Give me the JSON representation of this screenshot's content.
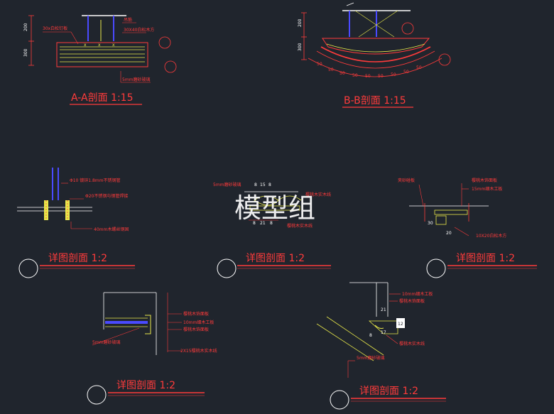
{
  "colors": {
    "background": "#20252d",
    "red": "#ff3b3b",
    "yellow": "#e8e84a",
    "blue": "#4a4aff",
    "white": "#ffffff",
    "green": "#2ecc40",
    "gray": "#9aa0a6"
  },
  "watermark": "模型组",
  "sections": {
    "aa": {
      "title": "A-A剖面  1:15",
      "dims": [
        "200",
        "300"
      ],
      "labels": [
        "30x白松钉板",
        "吊筋",
        "30X40白松木方",
        "5mm磨砂玻璃"
      ]
    },
    "bb": {
      "title": "B-B剖面  1:15",
      "dims": [
        "200",
        "300"
      ],
      "arc_dims": [
        "50",
        "50",
        "50",
        "50",
        "50",
        "50",
        "50",
        "50",
        "50"
      ]
    },
    "detail1": {
      "title": "详图剖面  1:2",
      "labels": [
        "Φ10 镀锌1.8mm不锈钢管",
        "Φ20不锈钢与钢管焊接",
        "40mm木螺丝钢固"
      ]
    },
    "detail2": {
      "title": "详图剖面  1:2",
      "labels": [
        "5mm磨砂玻璃",
        "8",
        "15",
        "8",
        "樱桃木实木线",
        "8",
        "21",
        "8",
        "樱桃木实木线"
      ]
    },
    "detail3": {
      "title": "详图剖面  1:2",
      "labels": [
        "夹砂碰板",
        "樱桃木饰面板",
        "15mm细木工板",
        "10X20白松木方"
      ],
      "dims": [
        "30",
        "20"
      ]
    },
    "detail4": {
      "title": "详图剖面  1:2",
      "labels": [
        "樱桃木饰面板",
        "10mm细木工板",
        "樱桃木饰面板",
        "5mm磨砂玻璃",
        "2X15樱桃木实木线"
      ]
    },
    "detail5": {
      "title": "详图剖面  1:2",
      "labels": [
        "10mm细木工板",
        "樱桃木饰面板",
        "樱桃木实木线",
        "5mm磨砂玻璃"
      ],
      "dims": [
        "21",
        "12",
        "17",
        "8"
      ]
    }
  }
}
